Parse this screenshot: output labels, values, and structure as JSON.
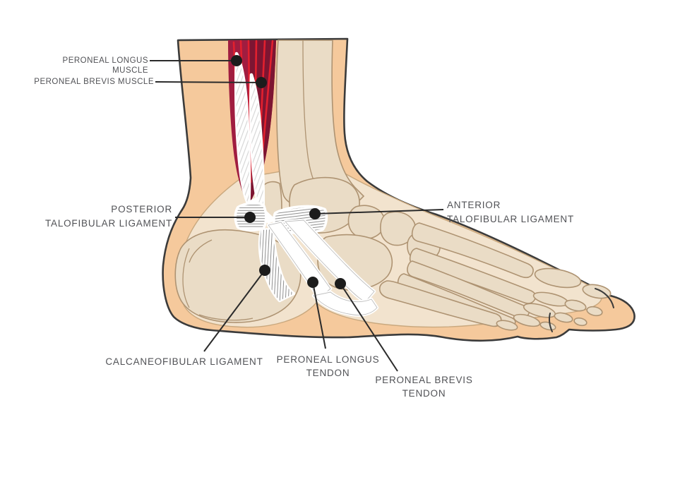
{
  "figure": {
    "description": "Lateral view anatomical diagram of the lower leg and foot showing the peroneal muscles, peroneal tendons and lateral ankle ligaments"
  },
  "labels": {
    "peroneal_longus_muscle": "PERONEAL LONGUS MUSCLE",
    "peroneal_brevis_muscle": "PERONEAL BREVIS MUSCLE",
    "posterior_talofibular_ligament": "POSTERIOR\nTALOFIBULAR LIGAMENT",
    "anterior_talofibular_ligament": "ANTERIOR\nTALOFIBULAR LIGAMENT",
    "calcaneofibular_ligament": "CALCANEOFIBULAR LIGAMENT",
    "peroneal_longus_tendon": "PERONEAL LONGUS\nTENDON",
    "peroneal_brevis_tendon": "PERONEAL BREVIS\nTENDON"
  },
  "colors": {
    "background": "#FFFFFF",
    "skin": "#F5C99C",
    "tissue": "#F2E3CE",
    "bone": "#EADCC6",
    "boneline": "#AE9372",
    "tissueline": "#C9A87E",
    "outline": "#3B3B3B",
    "musclecrimson": "#A01D40",
    "musclemaroon": "#7D1532",
    "musclestreak": "#E2202E",
    "hatch": "#8F8F8F",
    "leader": "#2B2B2B",
    "dot": "#1C1C1C",
    "labeltext": "#515256"
  }
}
